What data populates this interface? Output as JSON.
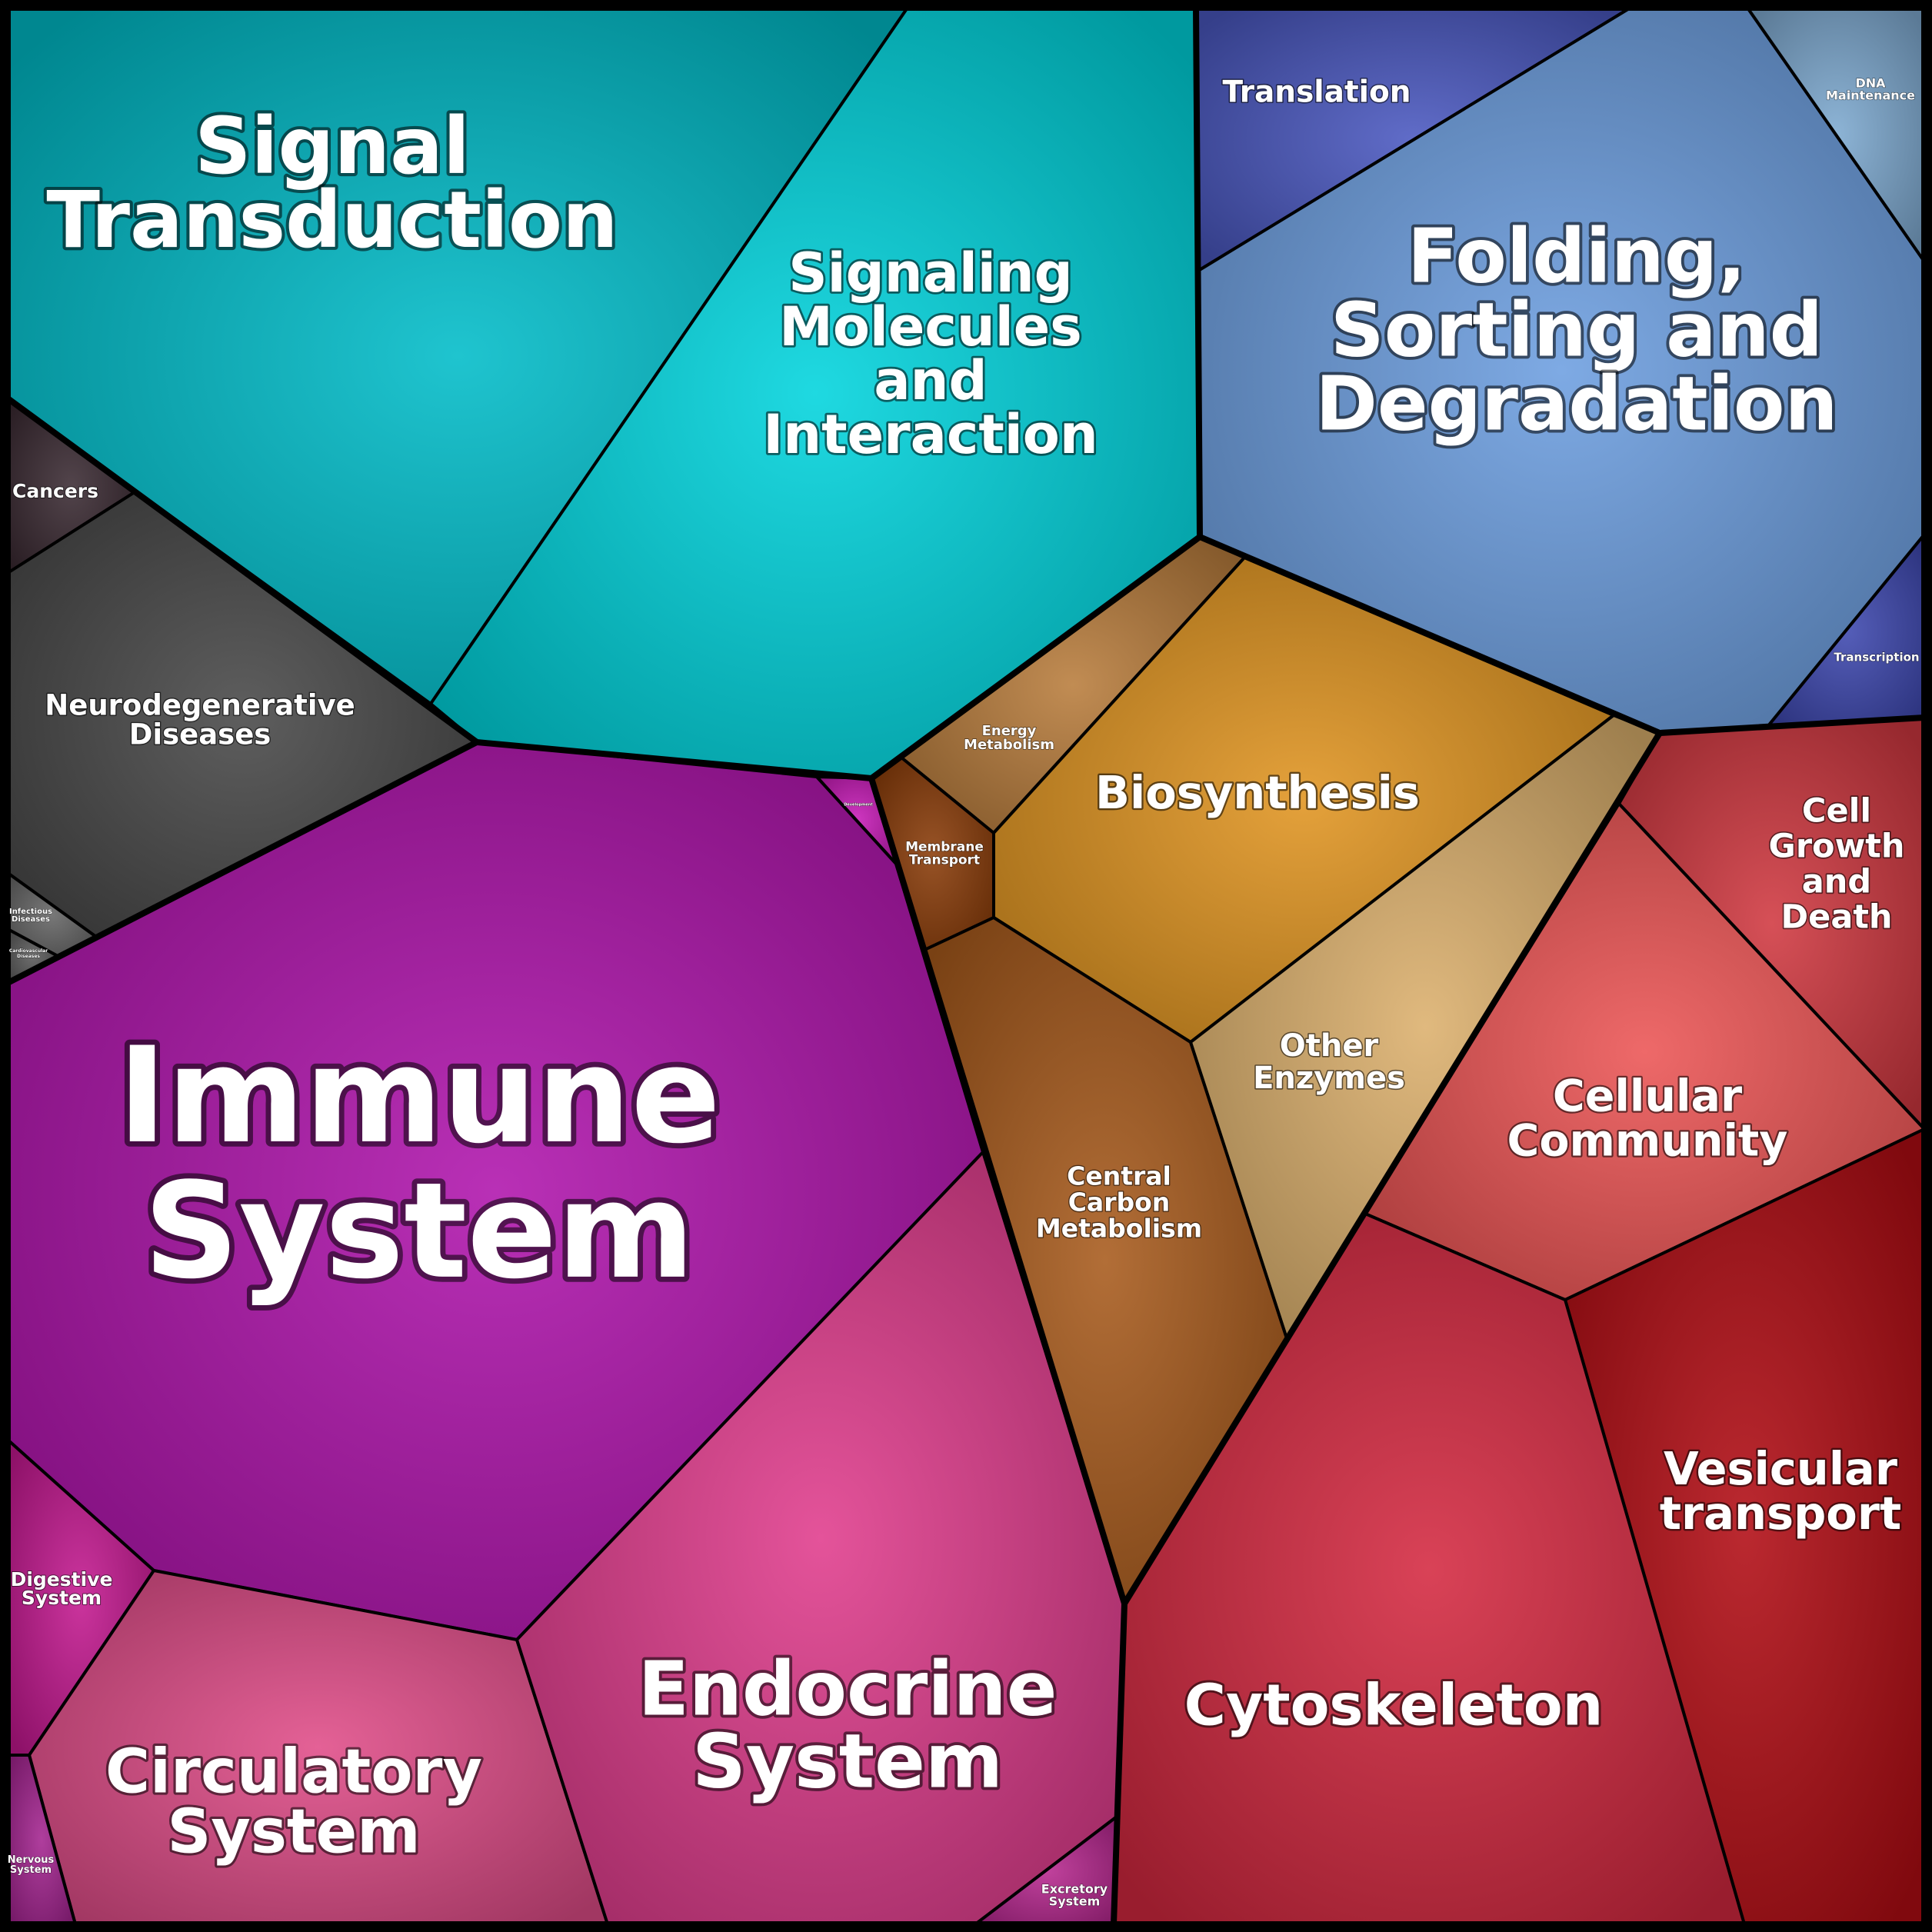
{
  "cells": [
    {
      "id": "signal-transduction",
      "name": [
        "Signal",
        "Transduction"
      ],
      "color": "#00bcc8"
    },
    {
      "id": "signaling-molecules-and-interaction",
      "name": [
        "Signaling",
        "Molecules",
        "and",
        "Interaction"
      ],
      "color": "#00d4dd"
    },
    {
      "id": "cancers",
      "name": [
        "Cancers"
      ],
      "color": "#3a2a32"
    },
    {
      "id": "neurodegenerative-diseases",
      "name": [
        "Neurodegenerative",
        "Diseases"
      ],
      "color": "#484848"
    },
    {
      "id": "infectious-diseases",
      "name": [
        "Infectious",
        "Diseases"
      ],
      "color": "#666666"
    },
    {
      "id": "cardiovascular-diseases",
      "name": [
        "Cardiovascular",
        "Diseases"
      ],
      "color": "#5a5a5a"
    },
    {
      "id": "translation",
      "name": [
        "Translation"
      ],
      "color": "#4a58c0"
    },
    {
      "id": "folding-sorting-and-degradation",
      "name": [
        "Folding,",
        "Sorting and",
        "Degradation"
      ],
      "color": "#6c9ee0"
    },
    {
      "id": "dna-maintenance",
      "name": [
        "DNA",
        "Maintenance"
      ],
      "color": "#7eaad0"
    },
    {
      "id": "transcription",
      "name": [
        "Transcription"
      ],
      "color": "#3e48b0"
    },
    {
      "id": "energy-metabolism",
      "name": [
        "Energy",
        "Metabolism"
      ],
      "color": "#b87c3c"
    },
    {
      "id": "biosynthesis",
      "name": [
        "Biosynthesis"
      ],
      "color": "#e09420"
    },
    {
      "id": "membrane-transport",
      "name": [
        "Membrane",
        "Transport"
      ],
      "color": "#8a3c08"
    },
    {
      "id": "central-carbon-metabolism",
      "name": [
        "Central",
        "Carbon",
        "Metabolism"
      ],
      "color": "#a85a1c"
    },
    {
      "id": "other-enzymes",
      "name": [
        "Other",
        "Enzymes"
      ],
      "color": "#dcb06c"
    },
    {
      "id": "cell-growth-and-death",
      "name": [
        "Cell",
        "Growth",
        "and",
        "Death"
      ],
      "color": "#d03840"
    },
    {
      "id": "cellular-community",
      "name": [
        "Cellular",
        "Community"
      ],
      "color": "#ec5454"
    },
    {
      "id": "vesicular-transport",
      "name": [
        "Vesicular",
        "transport"
      ],
      "color": "#b20c14"
    },
    {
      "id": "cytoskeleton",
      "name": [
        "Cytoskeleton"
      ],
      "color": "#d42840"
    },
    {
      "id": "immune-system",
      "name": [
        "Immune",
        "System"
      ],
      "color": "#b014ac"
    },
    {
      "id": "development",
      "name": [
        "Development"
      ],
      "color": "#c81cb8"
    },
    {
      "id": "digestive-system",
      "name": [
        "Digestive",
        "System"
      ],
      "color": "#c41890"
    },
    {
      "id": "circulatory-system",
      "name": [
        "Circulatory",
        "System"
      ],
      "color": "#e04c88"
    },
    {
      "id": "endocrine-system",
      "name": [
        "Endocrine",
        "System"
      ],
      "color": "#e03c8c"
    },
    {
      "id": "nervous-system",
      "name": [
        "Nervous",
        "System"
      ],
      "color": "#a42490"
    },
    {
      "id": "excretory-system",
      "name": [
        "Excretory",
        "System"
      ],
      "color": "#b82890"
    }
  ]
}
